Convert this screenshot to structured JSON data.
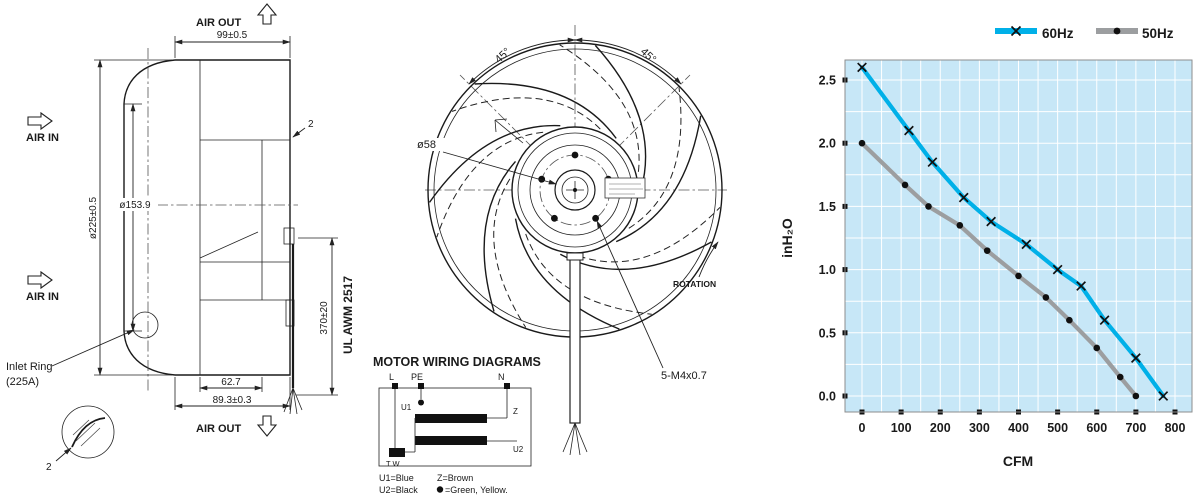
{
  "drawing": {
    "air_out_top": "AIR OUT",
    "air_out_bottom": "AIR OUT",
    "air_in_top": "AIR IN",
    "air_in_bottom": "AIR IN",
    "dim_width_top": "99±0.5",
    "dim_outer_diameter": "ø225±0.5",
    "dim_inlet_diameter": "ø153.9",
    "wall_thickness_top": "2",
    "wall_thickness_detail": "2",
    "dim_depth_inner": "62.7",
    "dim_depth_outer": "89.3±0.3",
    "dim_cable_length": "370±20",
    "cable_spec": "UL AWM 2517",
    "inlet_ring_line1": "Inlet Ring",
    "inlet_ring_line2": "(225A)"
  },
  "impeller": {
    "angle_left": "45°",
    "angle_right": "45°",
    "hub_diameter": "ø58",
    "screws": "5-M4x0.7",
    "rotation": "ROTATION"
  },
  "wiring": {
    "title": "MOTOR WIRING DIAGRAMS",
    "terminal_l": "L",
    "terminal_pe": "PE",
    "terminal_n": "N",
    "u1": "U1",
    "u2": "U2",
    "z": "Z",
    "tw": "T W",
    "legend_u1": "U1=Blue",
    "legend_u2": "U2=Black",
    "legend_z": "Z=Brown",
    "legend_earth": "=Green, Yellow."
  },
  "colors": {
    "accent": "#00b0e8",
    "gray_series": "#9c9ea0",
    "chart_bg": "#c7e7f7",
    "axis_text": "#0a3f50"
  },
  "chart_data": {
    "type": "line",
    "title": "",
    "xlabel": "CFM",
    "ylabel": "inH₂O",
    "xlim": [
      0,
      800
    ],
    "ylim": [
      0,
      2.5
    ],
    "xticks": [
      0,
      100,
      200,
      300,
      400,
      500,
      600,
      700,
      800
    ],
    "yticks": [
      0,
      0.5,
      1,
      1.5,
      2,
      2.5
    ],
    "grid": true,
    "legend_position": "top-right",
    "plot_bg": "#c7e7f7",
    "series": [
      {
        "name": "60Hz",
        "color": "#00b0e8",
        "marker": "x",
        "points": [
          [
            0,
            2.6
          ],
          [
            120,
            2.1
          ],
          [
            180,
            1.85
          ],
          [
            260,
            1.57
          ],
          [
            330,
            1.38
          ],
          [
            420,
            1.2
          ],
          [
            500,
            1.0
          ],
          [
            560,
            0.87
          ],
          [
            620,
            0.6
          ],
          [
            700,
            0.3
          ],
          [
            770,
            0.0
          ]
        ]
      },
      {
        "name": "50Hz",
        "color": "#9c9ea0",
        "marker": "circle",
        "points": [
          [
            0,
            2.0
          ],
          [
            110,
            1.67
          ],
          [
            170,
            1.5
          ],
          [
            250,
            1.35
          ],
          [
            320,
            1.15
          ],
          [
            400,
            0.95
          ],
          [
            470,
            0.78
          ],
          [
            530,
            0.6
          ],
          [
            600,
            0.38
          ],
          [
            660,
            0.15
          ],
          [
            700,
            0.0
          ]
        ]
      }
    ]
  }
}
